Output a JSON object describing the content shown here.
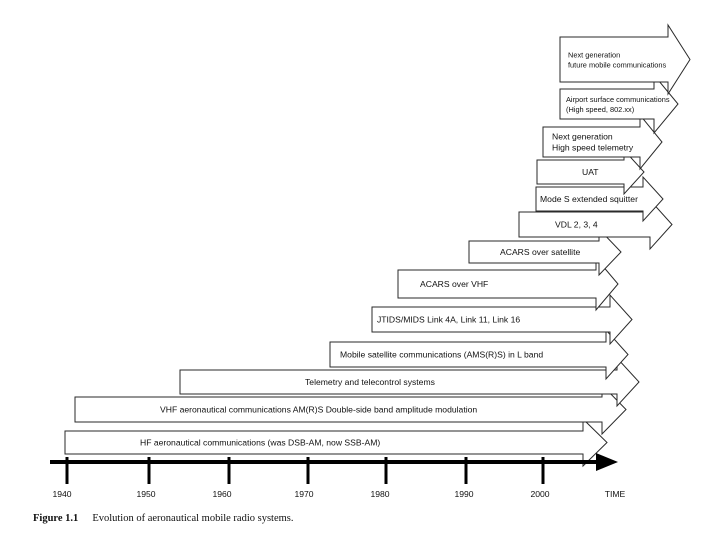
{
  "diagram": {
    "systems": [
      {
        "label_lines": [
          "HF aeronautical communications (was DSB-AM, now SSB-AM)"
        ]
      },
      {
        "label_lines": [
          "VHF aeronautical communications AM(R)S Double-side band amplitude modulation"
        ]
      },
      {
        "label_lines": [
          "Telemetry and telecontrol systems"
        ]
      },
      {
        "label_lines": [
          "Mobile satellite communications (AMS(R)S) in L band"
        ]
      },
      {
        "label_lines": [
          "JTIDS/MIDS Link 4A, Link 11, Link 16"
        ]
      },
      {
        "label_lines": [
          "ACARS over VHF"
        ]
      },
      {
        "label_lines": [
          "ACARS over satellite"
        ]
      },
      {
        "label_lines": [
          "VDL 2, 3, 4"
        ]
      },
      {
        "label_lines": [
          "Mode S extended squitter"
        ]
      },
      {
        "label_lines": [
          "UAT"
        ]
      },
      {
        "label_lines": [
          "Next generation",
          "High speed telemetry"
        ]
      },
      {
        "label_lines": [
          "Airport surface communications",
          "(High speed, 802.xx)"
        ]
      },
      {
        "label_lines": [
          "Next generation",
          "future mobile communications"
        ]
      }
    ],
    "axis": {
      "years": [
        "1940",
        "1950",
        "1960",
        "1970",
        "1980",
        "1990",
        "2000"
      ],
      "end_label": "TIME"
    }
  },
  "caption": {
    "figure_number": "Figure 1.1",
    "text": "Evolution of aeronautical mobile radio systems."
  }
}
